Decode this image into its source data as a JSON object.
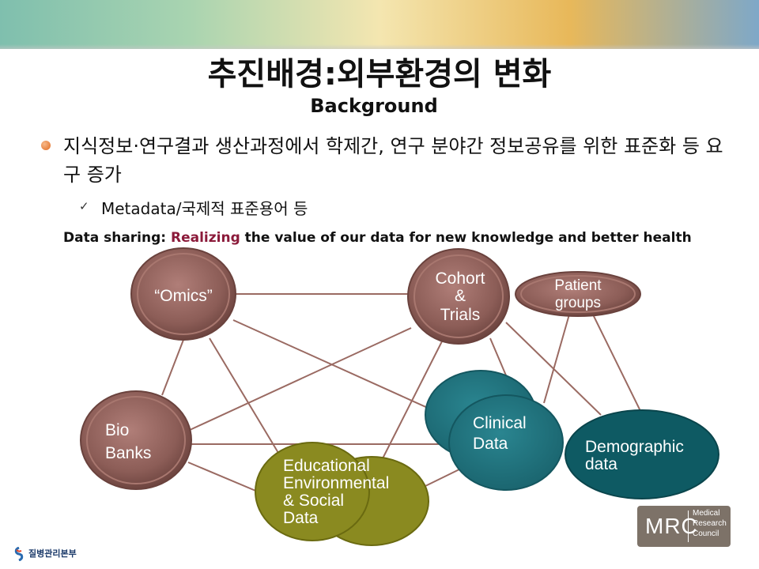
{
  "slide": {
    "title": "추진배경:외부환경의 변화",
    "subtitle": "Background",
    "bullet": "지식정보·연구결과 생산과정에서 학제간, 연구 분야간 정보공유를 위한 표준화 등 요구 증가",
    "sub_bullet": "Metadata/국제적 표준용어 등",
    "tagline_prefix": "Data sharing: ",
    "tagline_highlight": "Realizing",
    "tagline_suffix": " the value of our data for new knowledge and better health"
  },
  "diagram": {
    "nodes": {
      "omics": "“Omics”",
      "cohort": [
        "Cohort",
        "&",
        "Trials"
      ],
      "patient": [
        "Patient",
        "groups"
      ],
      "biobanks": [
        "Bio",
        "Banks"
      ],
      "clinical": [
        "Clinical",
        "Data"
      ],
      "demographic": [
        "Demographic",
        "data"
      ],
      "educational": [
        "Educational",
        "Environmental",
        "& Social",
        "Data"
      ]
    },
    "colors": {
      "brown": "#8a5a55",
      "teal": "#2e7d86",
      "dark_teal": "#0e5a63",
      "olive": "#8a8a20",
      "line": "#9a6a62"
    }
  },
  "logos": {
    "mrc_big": "MRC",
    "mrc_small": [
      "Medical",
      "Research",
      "Council"
    ],
    "kcdc_name": "질병관리본부"
  }
}
